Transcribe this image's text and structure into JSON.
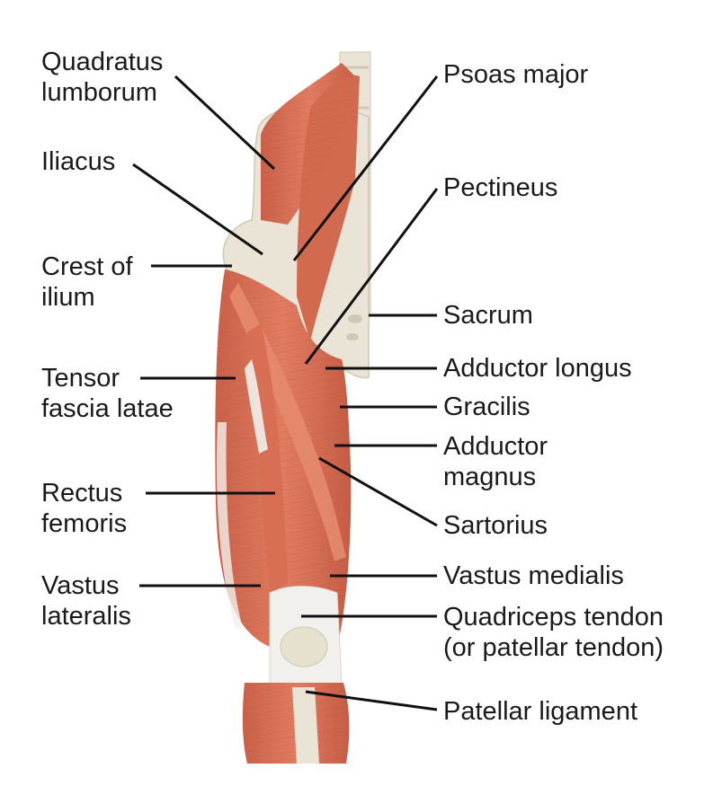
{
  "colors": {
    "muscle": "#d9745a",
    "muscle_dark": "#b95640",
    "muscle_light": "#ec9a80",
    "bone": "#e9e4d5",
    "bone_shade": "#cfc8b3",
    "tendon": "#f1f0ec",
    "leader_line": "#111111",
    "text": "#1a1a1a"
  },
  "labels": {
    "quadratus_lumborum": "Quadratus\nlumborum",
    "iliacus": "Iliacus",
    "crest_of_ilium": "Crest of\nilium",
    "tensor_fascia_latae": "Tensor\nfascia latae",
    "rectus_femoris": "Rectus\nfemoris",
    "vastus_lateralis": "Vastus\nlateralis",
    "psoas_major": "Psoas major",
    "pectineus": "Pectineus",
    "sacrum": "Sacrum",
    "adductor_longus": "Adductor longus",
    "gracilis": "Gracilis",
    "adductor_magnus": "Adductor\nmagnus",
    "sartorius": "Sartorius",
    "vastus_medialis": "Vastus medialis",
    "quadriceps_tendon": "Quadriceps tendon\n(or patellar tendon)",
    "patellar_ligament": "Patellar ligament"
  }
}
